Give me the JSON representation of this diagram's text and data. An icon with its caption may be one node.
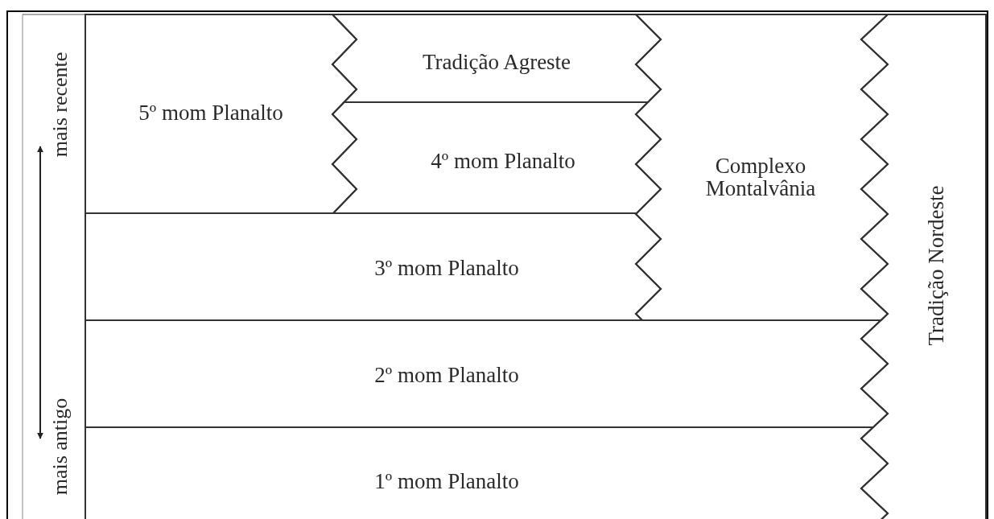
{
  "diagram": {
    "nodes": [
      {
        "text": [
          "5º mom Planalto"
        ]
      },
      {
        "text": [
          "Tradição Agreste"
        ]
      },
      {
        "text": [
          "4º mom Planalto"
        ]
      },
      {
        "text": [
          "Complexo Montalvânia"
        ]
      },
      {
        "text": [
          "3º mom Planalto"
        ]
      },
      {
        "text": [
          "2º mom Planalto"
        ]
      },
      {
        "text": [
          "1º mom Planalto"
        ]
      },
      {
        "text": [
          "Tradição Nordeste"
        ]
      }
    ],
    "labels": [
      "mais recente",
      "mais antigo"
    ]
  }
}
